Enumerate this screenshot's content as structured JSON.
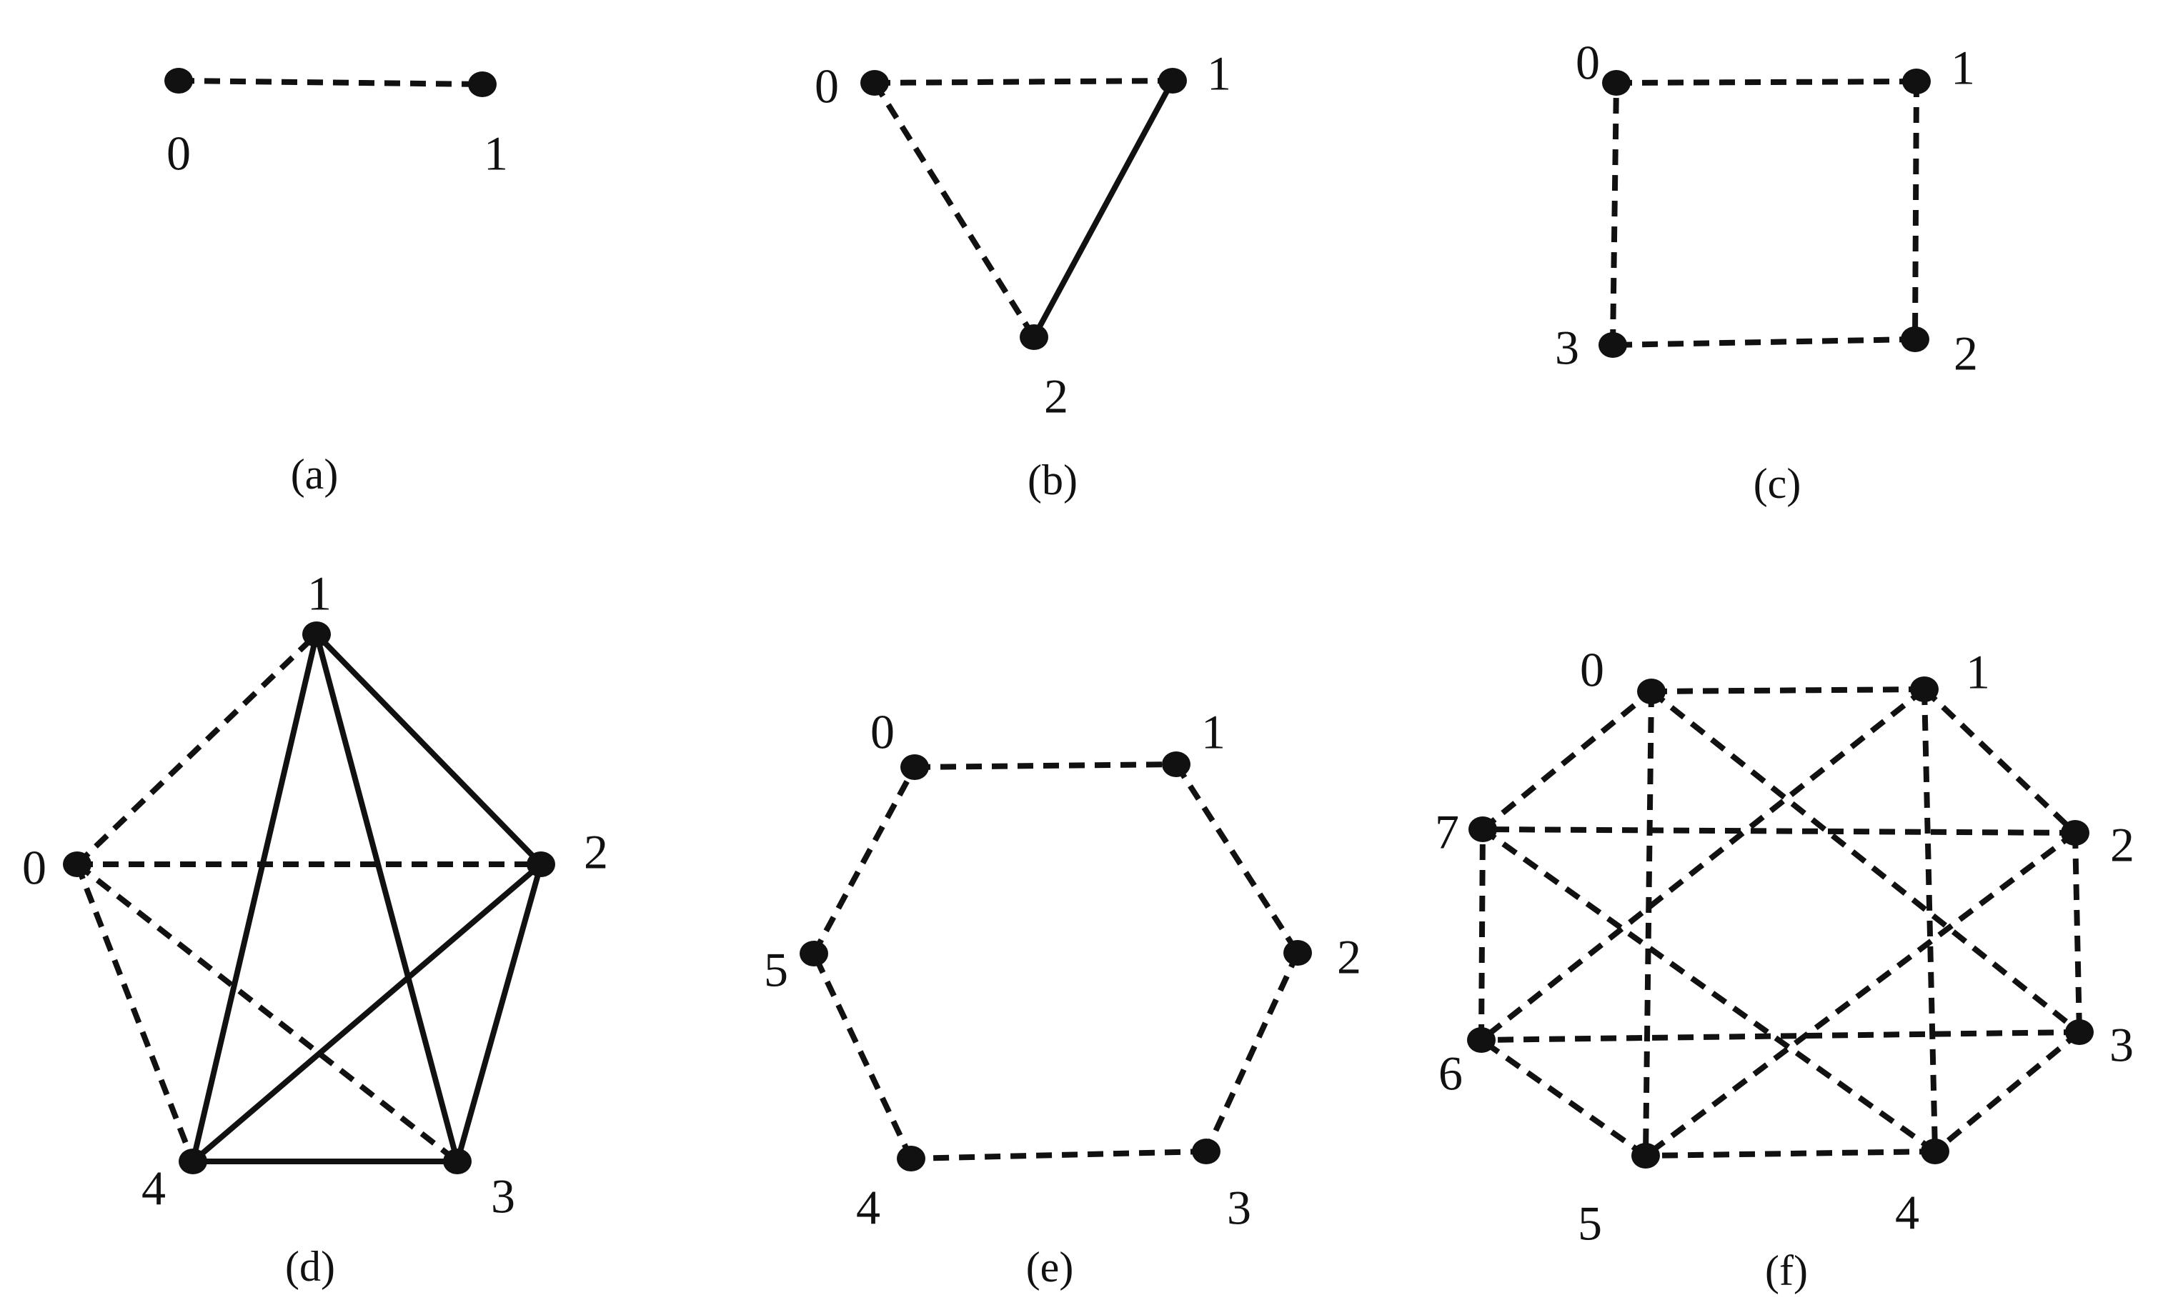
{
  "colors": {
    "ink": "#111111",
    "background": "#ffffff"
  },
  "graphs": [
    {
      "id": "a",
      "caption": "(a)",
      "nodes": [
        {
          "label": "0"
        },
        {
          "label": "1"
        }
      ],
      "edges": [
        {
          "from": 0,
          "to": 1,
          "style": "dashed"
        }
      ]
    },
    {
      "id": "b",
      "caption": "(b)",
      "nodes": [
        {
          "label": "0"
        },
        {
          "label": "1"
        },
        {
          "label": "2"
        }
      ],
      "edges": [
        {
          "from": 0,
          "to": 1,
          "style": "dashed"
        },
        {
          "from": 0,
          "to": 2,
          "style": "dashed"
        },
        {
          "from": 1,
          "to": 2,
          "style": "solid"
        }
      ]
    },
    {
      "id": "c",
      "caption": "(c)",
      "nodes": [
        {
          "label": "0"
        },
        {
          "label": "1"
        },
        {
          "label": "2"
        },
        {
          "label": "3"
        }
      ],
      "edges": [
        {
          "from": 0,
          "to": 1,
          "style": "dashed"
        },
        {
          "from": 1,
          "to": 2,
          "style": "dashed"
        },
        {
          "from": 2,
          "to": 3,
          "style": "dashed"
        },
        {
          "from": 3,
          "to": 0,
          "style": "dashed"
        }
      ]
    },
    {
      "id": "d",
      "caption": "(d)",
      "nodes": [
        {
          "label": "0"
        },
        {
          "label": "1"
        },
        {
          "label": "2"
        },
        {
          "label": "3"
        },
        {
          "label": "4"
        }
      ],
      "edges": [
        {
          "from": 0,
          "to": 1,
          "style": "dashed"
        },
        {
          "from": 0,
          "to": 2,
          "style": "dashed"
        },
        {
          "from": 0,
          "to": 3,
          "style": "dashed"
        },
        {
          "from": 0,
          "to": 4,
          "style": "dashed"
        },
        {
          "from": 1,
          "to": 2,
          "style": "solid"
        },
        {
          "from": 1,
          "to": 3,
          "style": "solid"
        },
        {
          "from": 1,
          "to": 4,
          "style": "solid"
        },
        {
          "from": 2,
          "to": 3,
          "style": "solid"
        },
        {
          "from": 2,
          "to": 4,
          "style": "solid"
        },
        {
          "from": 3,
          "to": 4,
          "style": "solid"
        }
      ]
    },
    {
      "id": "e",
      "caption": "(e)",
      "nodes": [
        {
          "label": "0"
        },
        {
          "label": "1"
        },
        {
          "label": "2"
        },
        {
          "label": "3"
        },
        {
          "label": "4"
        },
        {
          "label": "5"
        }
      ],
      "edges": [
        {
          "from": 0,
          "to": 1,
          "style": "dashed"
        },
        {
          "from": 1,
          "to": 2,
          "style": "dashed"
        },
        {
          "from": 2,
          "to": 3,
          "style": "dashed"
        },
        {
          "from": 3,
          "to": 4,
          "style": "dashed"
        },
        {
          "from": 4,
          "to": 5,
          "style": "dashed"
        },
        {
          "from": 5,
          "to": 0,
          "style": "dashed"
        }
      ]
    },
    {
      "id": "f",
      "caption": "(f)",
      "nodes": [
        {
          "label": "0"
        },
        {
          "label": "1"
        },
        {
          "label": "2"
        },
        {
          "label": "3"
        },
        {
          "label": "4"
        },
        {
          "label": "5"
        },
        {
          "label": "6"
        },
        {
          "label": "7"
        }
      ],
      "edges": [
        {
          "from": 0,
          "to": 1,
          "style": "dashed"
        },
        {
          "from": 1,
          "to": 2,
          "style": "dashed"
        },
        {
          "from": 2,
          "to": 3,
          "style": "dashed"
        },
        {
          "from": 3,
          "to": 4,
          "style": "dashed"
        },
        {
          "from": 4,
          "to": 5,
          "style": "dashed"
        },
        {
          "from": 5,
          "to": 6,
          "style": "dashed"
        },
        {
          "from": 6,
          "to": 7,
          "style": "dashed"
        },
        {
          "from": 7,
          "to": 0,
          "style": "dashed"
        },
        {
          "from": 0,
          "to": 3,
          "style": "dashed"
        },
        {
          "from": 0,
          "to": 5,
          "style": "dashed"
        },
        {
          "from": 1,
          "to": 4,
          "style": "dashed"
        },
        {
          "from": 1,
          "to": 6,
          "style": "dashed"
        },
        {
          "from": 2,
          "to": 5,
          "style": "dashed"
        },
        {
          "from": 2,
          "to": 7,
          "style": "dashed"
        },
        {
          "from": 3,
          "to": 6,
          "style": "dashed"
        },
        {
          "from": 4,
          "to": 7,
          "style": "dashed"
        }
      ]
    }
  ]
}
